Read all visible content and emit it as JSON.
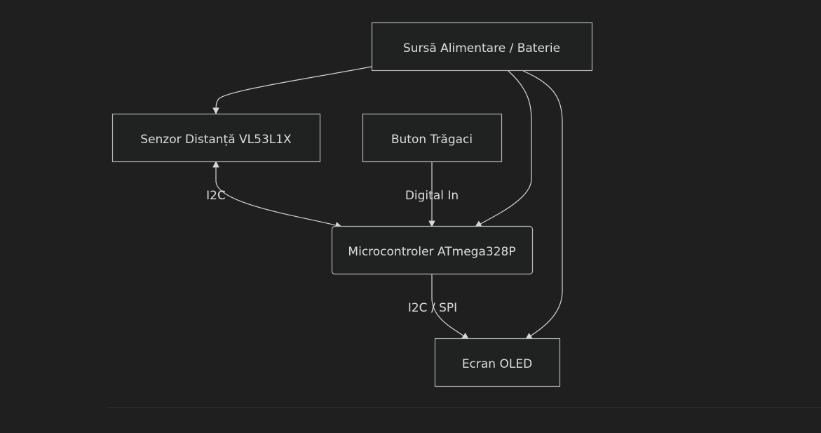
{
  "diagram": {
    "nodes": {
      "power": {
        "label": "Sursă Alimentare / Baterie"
      },
      "sensor": {
        "label": "Senzor Distanță VL53L1X"
      },
      "button": {
        "label": "Buton Trăgaci"
      },
      "mcu": {
        "label": "Microcontroler ATmega328P"
      },
      "oled": {
        "label": "Ecran OLED"
      }
    },
    "edges": {
      "power_to_sensor": {
        "from": "power",
        "to": "sensor",
        "label": ""
      },
      "power_to_mcu": {
        "from": "power",
        "to": "mcu",
        "label": ""
      },
      "power_to_oled": {
        "from": "power",
        "to": "oled",
        "label": ""
      },
      "sensor_mcu": {
        "from": "sensor",
        "to": "mcu",
        "label": "I2C",
        "bidirectional": true
      },
      "button_to_mcu": {
        "from": "button",
        "to": "mcu",
        "label": "Digital In"
      },
      "mcu_to_oled": {
        "from": "mcu",
        "to": "oled",
        "label": "I2C / SPI"
      }
    },
    "colors": {
      "background": "#1f1f1f",
      "node_fill": "#202222",
      "node_stroke": "#b5b5b5",
      "edge": "#d6d6d6",
      "text": "#dcdcdc"
    }
  }
}
